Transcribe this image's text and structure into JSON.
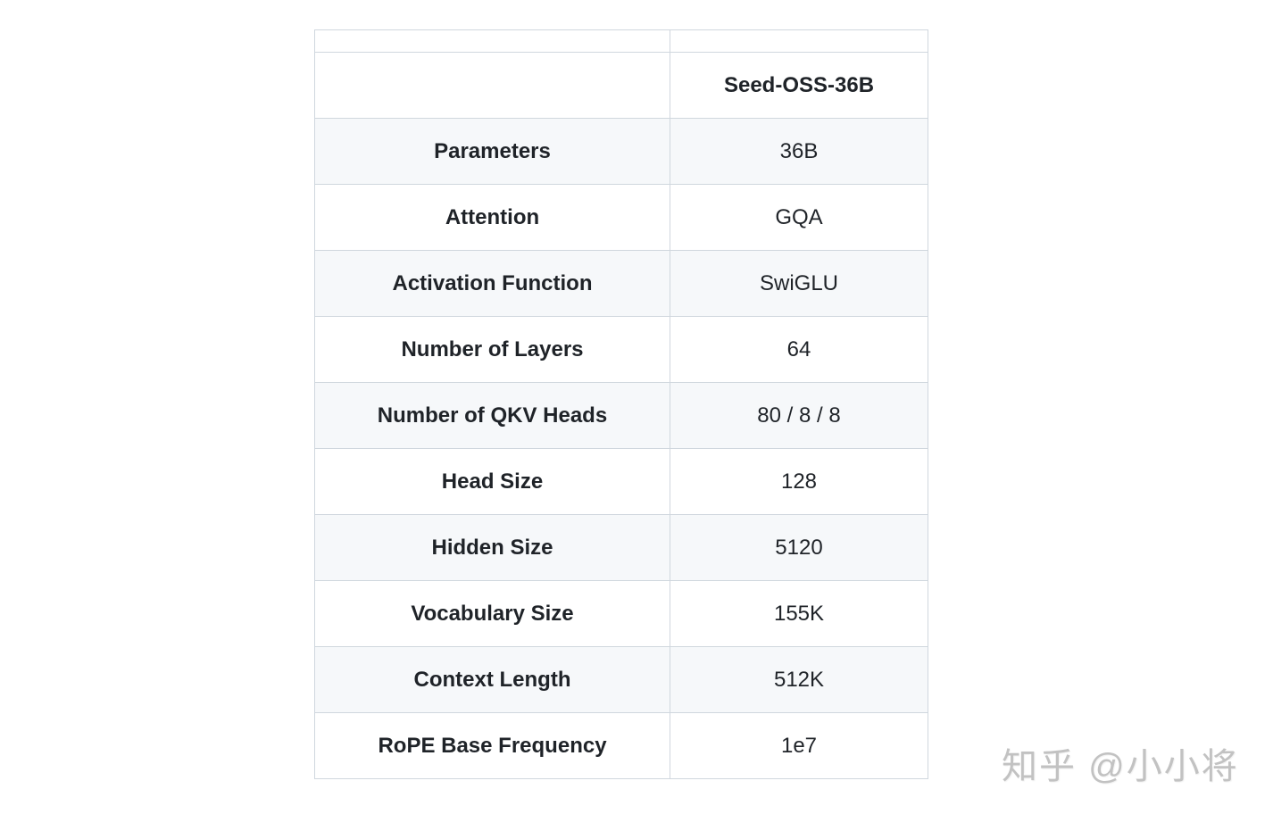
{
  "table": {
    "header": {
      "col1": "",
      "col2": "Seed-OSS-36B"
    },
    "rows": [
      {
        "label": "Parameters",
        "value": "36B"
      },
      {
        "label": "Attention",
        "value": "GQA"
      },
      {
        "label": "Activation Function",
        "value": "SwiGLU"
      },
      {
        "label": "Number of Layers",
        "value": "64"
      },
      {
        "label": "Number of QKV Heads",
        "value": "80 / 8 / 8"
      },
      {
        "label": "Head Size",
        "value": "128"
      },
      {
        "label": "Hidden Size",
        "value": "5120"
      },
      {
        "label": "Vocabulary Size",
        "value": "155K"
      },
      {
        "label": "Context Length",
        "value": "512K"
      },
      {
        "label": "RoPE Base Frequency",
        "value": "1e7"
      }
    ],
    "colors": {
      "border": "#d0d7de",
      "alt_row_bg": "#f6f8fa",
      "row_bg": "#ffffff",
      "text": "#1f2328"
    }
  },
  "watermark": {
    "text": "知乎 @小小将",
    "color": "#c2c2c2"
  }
}
